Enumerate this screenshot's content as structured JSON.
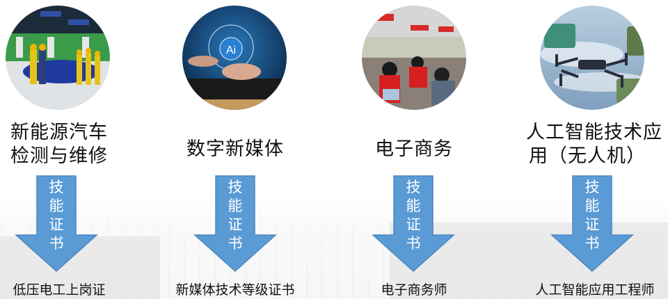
{
  "colors": {
    "arrow_fill": "#5b9bd5",
    "arrow_stroke": "#4a86c0",
    "text": "#111111"
  },
  "arrow_label_chars": [
    "技",
    "能",
    "证",
    "书"
  ],
  "majors": [
    {
      "title_lines": [
        "新能源汽车",
        "检测与维修"
      ],
      "photo": "ev-repair-workshop-photo",
      "arrow_label": "技能证书",
      "certificate": "低压电工上岗证"
    },
    {
      "title_lines": [
        "数字新媒体"
      ],
      "photo": "ai-tablet-hand-photo",
      "arrow_label": "技能证书",
      "certificate": "新媒体技术等级证书"
    },
    {
      "title_lines": [
        "电子商务"
      ],
      "photo": "ecommerce-office-photo",
      "arrow_label": "技能证书",
      "certificate": "电子商务师"
    },
    {
      "title_lines": [
        "人工智能技术应",
        "用（无人机）"
      ],
      "photo": "drone-photo",
      "arrow_label": "技能证书",
      "certificate": "人工智能应用工程师"
    }
  ]
}
